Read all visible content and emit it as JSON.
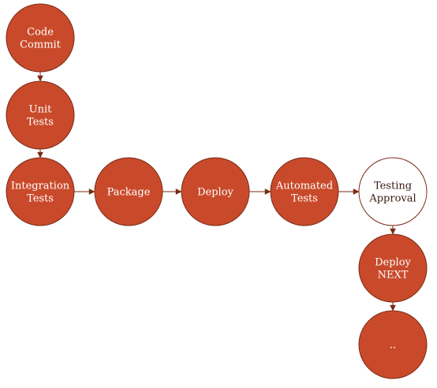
{
  "colors": {
    "node_fill": "#c94a2b",
    "node_stroke": "#7a2a16",
    "outline_fill": "#ffffff",
    "edge": "#7a2a16",
    "label_light": "#ffffff",
    "label_dark": "#3a1a10"
  },
  "nodes": [
    {
      "id": "code-commit",
      "lines": [
        "Code",
        "Commit"
      ],
      "style": "filled"
    },
    {
      "id": "unit-tests",
      "lines": [
        "Unit",
        "Tests"
      ],
      "style": "filled"
    },
    {
      "id": "integration-tests",
      "lines": [
        "Integration",
        "Tests"
      ],
      "style": "filled"
    },
    {
      "id": "package",
      "lines": [
        "Package"
      ],
      "style": "filled"
    },
    {
      "id": "deploy",
      "lines": [
        "Deploy"
      ],
      "style": "filled"
    },
    {
      "id": "automated-tests",
      "lines": [
        "Automated",
        "Tests"
      ],
      "style": "filled"
    },
    {
      "id": "testing-approval",
      "lines": [
        "Testing",
        "Approval"
      ],
      "style": "outline"
    },
    {
      "id": "deploy-next",
      "lines": [
        "Deploy",
        "NEXT"
      ],
      "style": "filled"
    },
    {
      "id": "ellipsis",
      "lines": [
        ".."
      ],
      "style": "filled"
    }
  ],
  "edges": [
    {
      "from": "code-commit",
      "to": "unit-tests"
    },
    {
      "from": "unit-tests",
      "to": "integration-tests"
    },
    {
      "from": "integration-tests",
      "to": "package"
    },
    {
      "from": "package",
      "to": "deploy"
    },
    {
      "from": "deploy",
      "to": "automated-tests"
    },
    {
      "from": "automated-tests",
      "to": "testing-approval"
    },
    {
      "from": "testing-approval",
      "to": "deploy-next"
    },
    {
      "from": "deploy-next",
      "to": "ellipsis"
    }
  ]
}
